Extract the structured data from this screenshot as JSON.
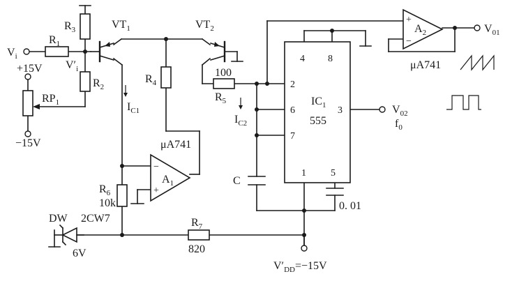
{
  "labels": {
    "vi": "V",
    "vi_sub": "i",
    "vi_prime": "V′",
    "vi_prime_sub": "i",
    "r1": "R",
    "r1_sub": "1",
    "r2": "R",
    "r2_sub": "2",
    "r3": "R",
    "r3_sub": "3",
    "r4": "R",
    "r4_sub": "4",
    "r5": "R",
    "r5_sub": "5",
    "r5_value": "100",
    "r6": "R",
    "r6_sub": "6",
    "r6_value": "10k",
    "r7": "R",
    "r7_sub": "7",
    "r7_value": "820",
    "vt1": "VT",
    "vt1_sub": "1",
    "vt2": "VT",
    "vt2_sub": "2",
    "plus15": "+15V",
    "minus15": "−15V",
    "rp1": "RP",
    "rp1_sub": "1",
    "ic1_current": "I",
    "ic1_current_sub": "C1",
    "ic2_current": "I",
    "ic2_current_sub": "C2",
    "a1": "A",
    "a1_sub": "1",
    "a2": "A",
    "a2_sub": "2",
    "ua741_a1": "μA741",
    "ua741_a2": "μA741",
    "ic1": "IC",
    "ic1_sub": "1",
    "ic555": "555",
    "pin1": "1",
    "pin2": "2",
    "pin3": "3",
    "pin4": "4",
    "pin5": "5",
    "pin6": "6",
    "pin7": "7",
    "pin8": "8",
    "cap_c": "C",
    "cap_001": "0. 01",
    "vo1": "V",
    "vo1_sub": "01",
    "vo2": "V",
    "vo2_sub": "02",
    "fo": "f",
    "fo_sub": "0",
    "dw": "DW",
    "zener_model": "2CW7",
    "zener_voltage": "6V",
    "vdd": "V′",
    "vdd_sub": "DD",
    "vdd_value": "=−15V",
    "minus": "−",
    "plus": "+"
  }
}
